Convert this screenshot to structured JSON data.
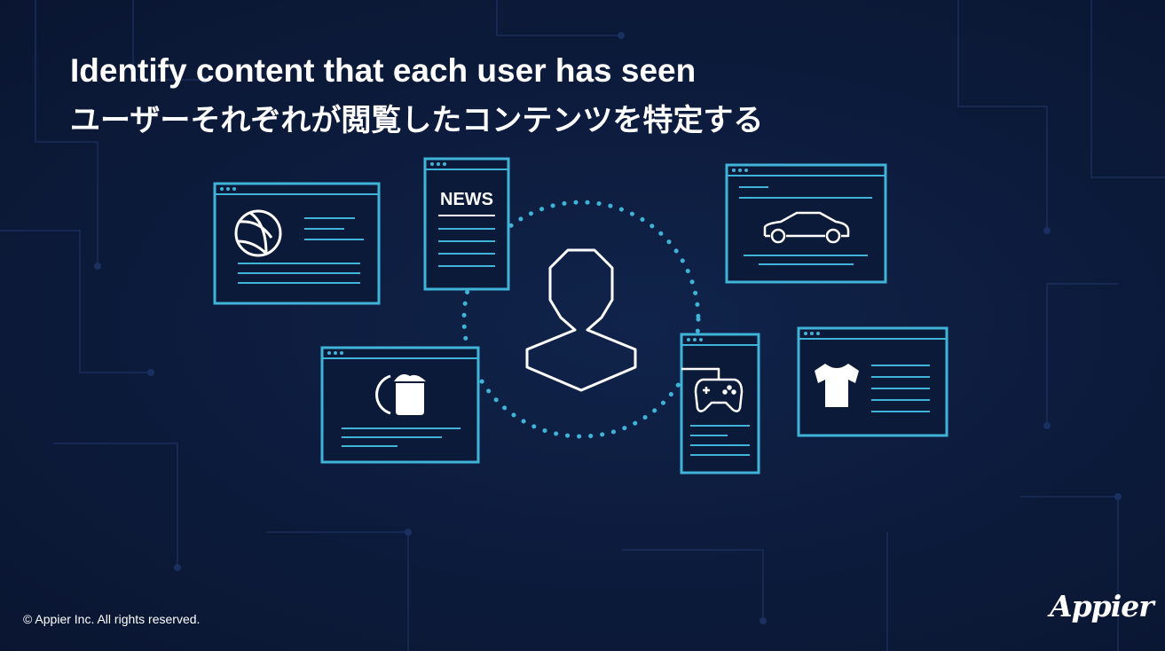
{
  "slide": {
    "title_en": "Identify content that each user has seen",
    "title_ja": "ユーザーそれぞれが閲覧したコンテンツを特定する",
    "news_label": "NEWS",
    "copyright": "© Appier Inc. All rights reserved.",
    "logo_text": "Appier"
  },
  "colors": {
    "background": "#0c1a3a",
    "accent": "#3fb4d8",
    "text": "#ffffff"
  },
  "icons": [
    "volleyball-icon",
    "news-icon",
    "car-icon",
    "user-silhouette-icon",
    "cosmetics-jar-icon",
    "gamepad-icon",
    "tshirt-icon"
  ]
}
